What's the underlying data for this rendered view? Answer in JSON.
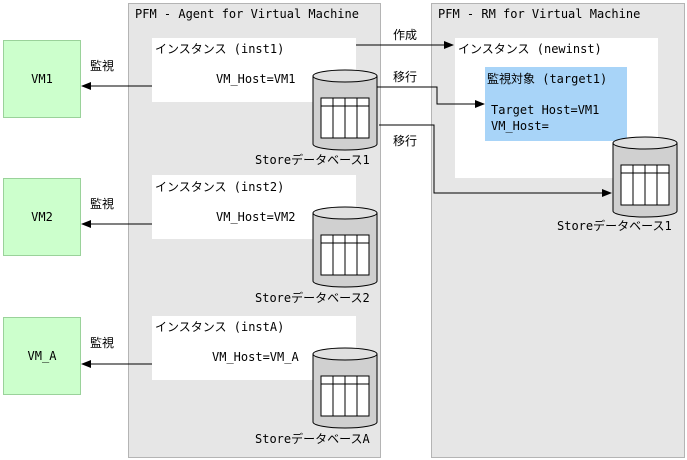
{
  "colors": {
    "vm_box": "#ccffcc",
    "panel": "#e6e6e6",
    "instance": "#ffffff",
    "target": "#a8d4f8",
    "arrow": "#000000"
  },
  "agent_panel": {
    "title": "PFM - Agent for Virtual Machine"
  },
  "rm_panel": {
    "title": "PFM - RM for Virtual Machine"
  },
  "vms": [
    {
      "label": "VM1"
    },
    {
      "label": "VM2"
    },
    {
      "label": "VM_A"
    }
  ],
  "monitor_label": "監視",
  "instances": [
    {
      "title": "インスタンス (inst1)",
      "host": "VM_Host=VM1",
      "store": "Storeデータベース1"
    },
    {
      "title": "インスタンス (inst2)",
      "host": "VM_Host=VM2",
      "store": "Storeデータベース2"
    },
    {
      "title": "インスタンス (instA)",
      "host": "VM_Host=VM_A",
      "store": "StoreデータベースA"
    }
  ],
  "rm_instance": {
    "title": "インスタンス (newinst)",
    "target_title": "監視対象 (target1)",
    "target_host": "Target Host=VM1",
    "vm_host": "VM_Host=",
    "store": "Storeデータベース1"
  },
  "arrows": {
    "create": "作成",
    "migrate1": "移行",
    "migrate2": "移行"
  }
}
